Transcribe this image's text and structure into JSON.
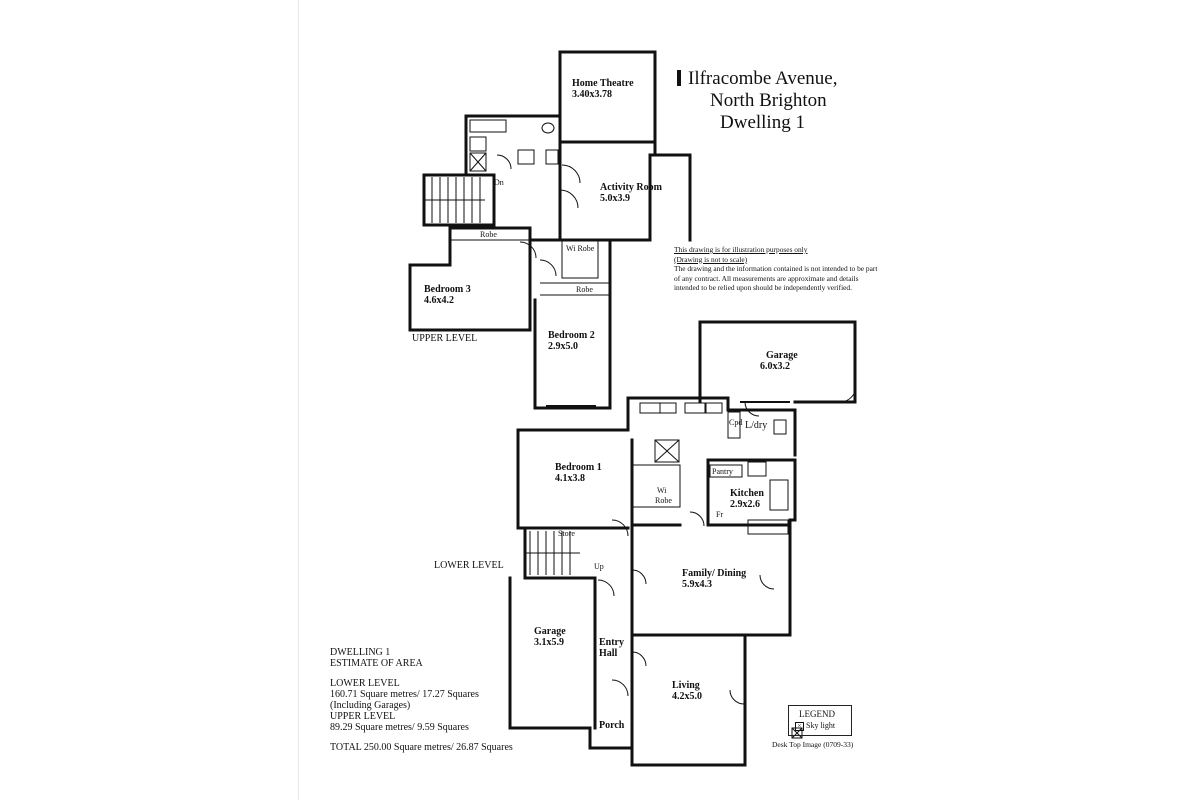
{
  "title": {
    "line1": "Ilfracombe Avenue,",
    "line2": "North Brighton",
    "line3": "Dwelling 1"
  },
  "disclaimer": {
    "line1": "This drawing is for illustration purposes only",
    "line2": "(Drawing is not to scale)",
    "body": "The drawing and the information contained is not intended to be part of any contract. All measurements are approximate and details intended to be relied upon should be independently verified."
  },
  "levels": {
    "upper": "UPPER LEVEL",
    "lower": "LOWER LEVEL"
  },
  "rooms": {
    "home_theatre": {
      "name": "Home Theatre",
      "size": "3.40x3.78"
    },
    "activity_room": {
      "name": "Activity Room",
      "size": "5.0x3.9"
    },
    "bedroom3": {
      "name": "Bedroom 3",
      "size": "4.6x4.2"
    },
    "bedroom2": {
      "name": "Bedroom 2",
      "size": "2.9x5.0"
    },
    "garage_upper": {
      "name": "Garage",
      "size": "6.0x3.2"
    },
    "bedroom1": {
      "name": "Bedroom 1",
      "size": "4.1x3.8"
    },
    "kitchen": {
      "name": "Kitchen",
      "size": "2.9x2.6"
    },
    "family_dining": {
      "name": "Family/ Dining",
      "size": "5.9x4.3"
    },
    "garage_lower": {
      "name": "Garage",
      "size": "3.1x5.9"
    },
    "entry": {
      "name": "Entry",
      "name2": "Hall"
    },
    "living": {
      "name": "Living",
      "size": "4.2x5.0"
    }
  },
  "fixtures": {
    "robe_b3": "Robe",
    "wi_robe_upper": "Wi Robe",
    "robe_b2": "Robe",
    "dn": "Dn",
    "up": "Up",
    "store": "Store",
    "wi": "Wi",
    "robe_lower": "Robe",
    "pantry": "Pantry",
    "fr": "Fr",
    "ldry": "L/dry",
    "porch": "Porch",
    "cpd": "Cpd"
  },
  "area": {
    "heading1": "DWELLING 1",
    "heading2": "ESTIMATE OF AREA",
    "lower_label": "LOWER LEVEL",
    "lower_value": "160.71 Square metres/ 17.27 Squares",
    "lower_note": "(Including Garages)",
    "upper_label": "UPPER LEVEL",
    "upper_value": "89.29 Square metres/ 9.59 Squares",
    "total": "TOTAL  250.00 Square metres/ 26.87 Squares"
  },
  "legend": {
    "title": "LEGEND",
    "item": "Sky light"
  },
  "footer": "Desk Top Image  (0709-33)"
}
